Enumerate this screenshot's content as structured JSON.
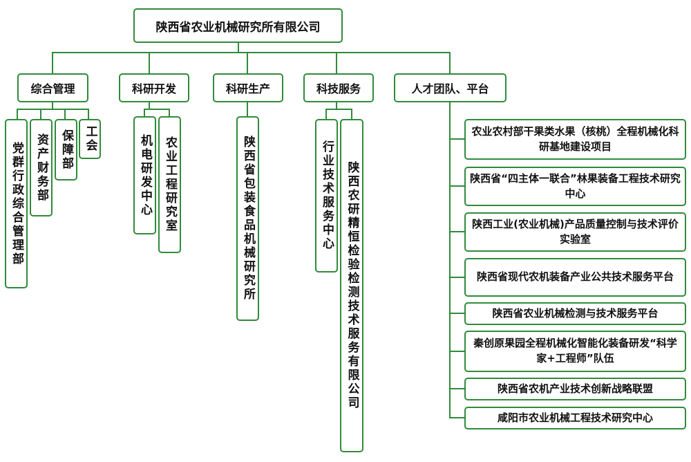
{
  "org_chart": {
    "root": "陕西省农业机械研究所有限公司",
    "departments": [
      {
        "label": "综合管理",
        "children": [
          "党群行政综合管理部",
          "资产财务部",
          "保障部",
          "工会"
        ]
      },
      {
        "label": "科研开发",
        "children": [
          "机电研发中心",
          "农业工程研究室"
        ]
      },
      {
        "label": "科研生产",
        "children": [
          "陕西省包装食品机械研究所"
        ]
      },
      {
        "label": "科技服务",
        "children": [
          "行业技术服务中心",
          "陕西农研精恒检验检测技术服务有限公司"
        ]
      },
      {
        "label": "人才团队、平台",
        "children": [
          "农业农村部干果类水果（核桃）全程机械化科研基地建设项目",
          "陕西省“四主体一联合”林果装备工程技术研究中心",
          "陕西工业(农业机械)产品质量控制与技术评价实验室",
          "陕西省现代农机装备产业公共技术服务平台",
          "陕西省农业机械检测与技术服务平台",
          "秦创原果园全程机械化智能化装备研发“科学家+工程师”队伍",
          "陕西省农机产业技术创新战略联盟",
          "咸阳市农业机械工程技术研究中心"
        ]
      }
    ],
    "colors": {
      "border": "#2e8b3a",
      "line": "#2e8b3a",
      "text": "#111111"
    }
  }
}
